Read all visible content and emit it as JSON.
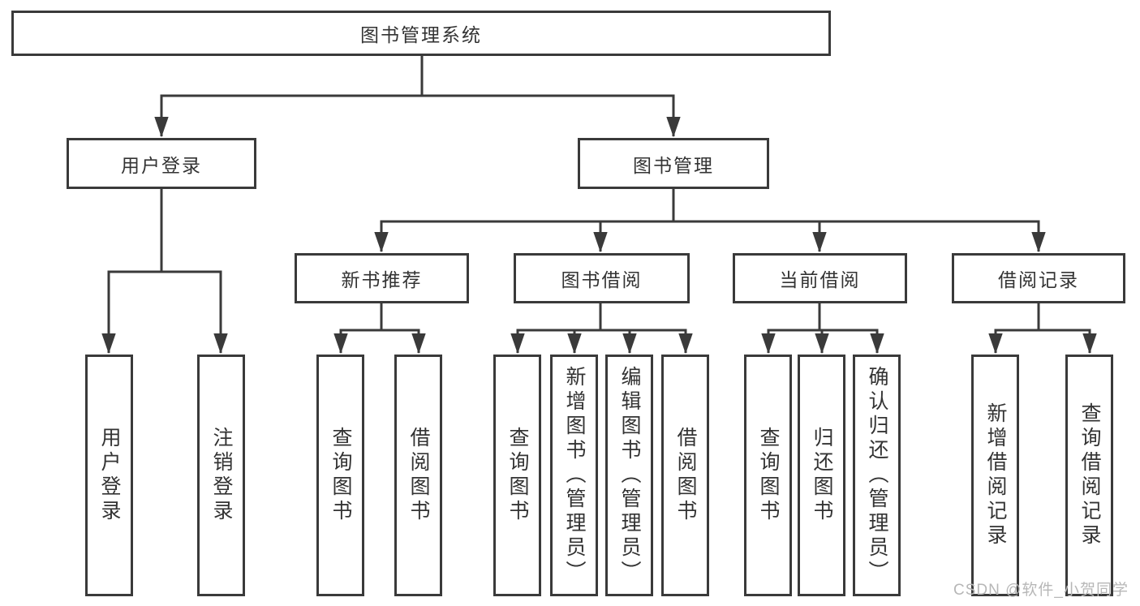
{
  "diagram": {
    "root": {
      "label": "图书管理系统"
    },
    "level2": [
      {
        "label": "用户登录"
      },
      {
        "label": "图书管理"
      }
    ],
    "level3": [
      {
        "label": "新书推荐"
      },
      {
        "label": "图书借阅"
      },
      {
        "label": "当前借阅"
      },
      {
        "label": "借阅记录"
      }
    ],
    "leaves": {
      "user_login": [
        {
          "label": "用户登录"
        },
        {
          "label": "注销登录"
        }
      ],
      "new_book_recommendation": [
        {
          "label": "查询图书"
        },
        {
          "label": "借阅图书"
        }
      ],
      "book_borrowing": [
        {
          "label": "查询图书"
        },
        {
          "label": "新增图书（管理员）"
        },
        {
          "label": "编辑图书（管理员）"
        },
        {
          "label": "借阅图书"
        }
      ],
      "current_borrowing": [
        {
          "label": "查询图书"
        },
        {
          "label": "归还图书"
        },
        {
          "label": "确认归还（管理员）"
        }
      ],
      "borrowing_records": [
        {
          "label": "新增借阅记录"
        },
        {
          "label": "查询借阅记录"
        }
      ]
    },
    "watermark": "CSDN @软件_小贺同学",
    "colors": {
      "line": "#3a3a3a",
      "text": "#333333",
      "watermark": "#b7b7b7",
      "background": "#ffffff"
    }
  }
}
